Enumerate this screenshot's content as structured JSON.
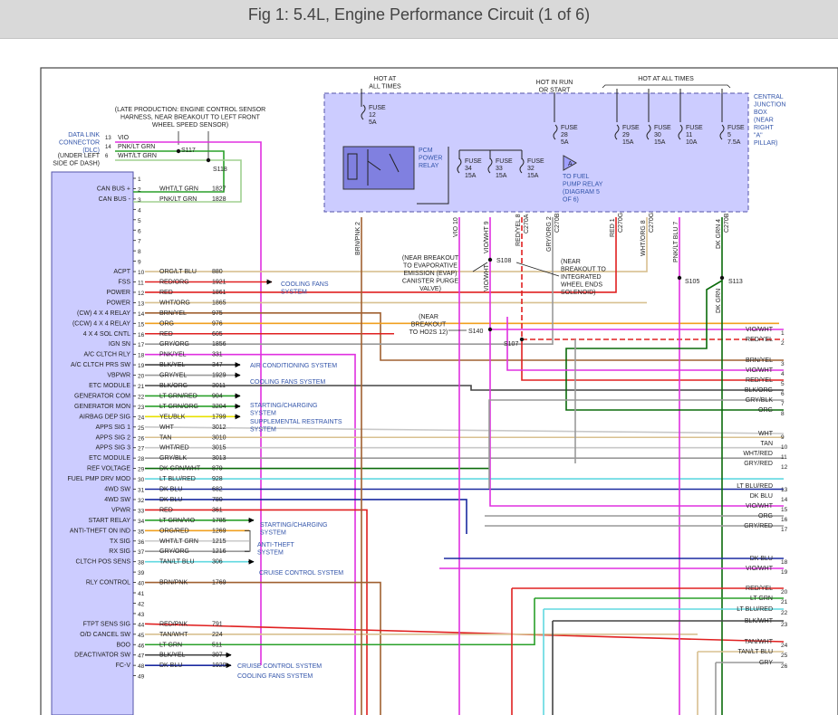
{
  "header": {
    "title": "Fig 1: 5.4L, Engine Performance Circuit (1 of 6)"
  },
  "top_labels": {
    "hot_at_all_times_1": [
      "HOT AT",
      "ALL TIMES"
    ],
    "hot_in_run": [
      "HOT IN RUN",
      "OR START"
    ],
    "hot_at_all_times_2": "HOT AT ALL TIMES"
  },
  "cjb_label": [
    "CENTRAL",
    "JUNCTION",
    "BOX",
    "(NEAR",
    "RIGHT",
    "\"A\"",
    "PILLAR)"
  ],
  "pcm_relay_label": [
    "PCM",
    "POWER",
    "RELAY"
  ],
  "fuel_pump_label": [
    "TO FUEL",
    "PUMP RELAY",
    "(DIAGRAM 5",
    "OF 6)"
  ],
  "fuses": [
    {
      "lines": [
        "FUSE",
        "12",
        "5A"
      ]
    },
    {
      "lines": [
        "FUSE",
        "34",
        "15A"
      ]
    },
    {
      "lines": [
        "FUSE",
        "33",
        "15A"
      ]
    },
    {
      "lines": [
        "FUSE",
        "32",
        "15A"
      ]
    },
    {
      "lines": [
        "FUSE",
        "28",
        "5A"
      ]
    },
    {
      "lines": [
        "FUSE",
        "29",
        "15A"
      ]
    },
    {
      "lines": [
        "FUSE",
        "30",
        "15A"
      ]
    },
    {
      "lines": [
        "FUSE",
        "11",
        "10A"
      ]
    },
    {
      "lines": [
        "FUSE",
        "5",
        "7.5A"
      ]
    }
  ],
  "vertical_wire_labels": [
    {
      "text": "BRN/PNK 2"
    },
    {
      "text": "VIO 10"
    },
    {
      "text": "VIO/WHT 9"
    },
    {
      "text": "RED/YEL 8"
    },
    {
      "text": "C270A"
    },
    {
      "text": "GRY/ORG 2"
    },
    {
      "text": "C270B"
    },
    {
      "text": "RED 1"
    },
    {
      "text": "C270G"
    },
    {
      "text": "WHT/ORG 8"
    },
    {
      "text": "C270G"
    },
    {
      "text": "PNK/LT BLU 7"
    },
    {
      "text": "DK GRN 4"
    },
    {
      "text": "C270B"
    },
    {
      "text": "VIO/WHT"
    },
    {
      "text": "DK GRN"
    }
  ],
  "dlc": {
    "label": [
      "DATA LINK",
      "CONNECTOR",
      "(DLC)"
    ],
    "location": [
      "(UNDER LEFT",
      "SIDE OF DASH)"
    ],
    "pins": [
      {
        "pin": "13",
        "color": "VIO"
      },
      {
        "pin": "14",
        "color": "PNK/LT GRN"
      },
      {
        "pin": "6",
        "color": "WHT/LT GRN"
      }
    ]
  },
  "late_production_note": [
    "(LATE PRODUCTION: ENGINE CONTROL SENSOR",
    "HARNESS, NEAR BREAKOUT TO LEFT FRONT",
    "WHEEL SPEED SENSOR)"
  ],
  "splices": {
    "s117": "S117",
    "s118": "S118",
    "s108": "S108",
    "s140": "S140",
    "s107": "S107",
    "s105": "S105",
    "s113": "S113"
  },
  "notes": {
    "evap": [
      "(NEAR BREAKOUT",
      "TO EVAPORATIVE",
      "EMISSION (EVAP)",
      "CANISTER PURGE",
      "VALVE)"
    ],
    "abs": [
      "(NEAR",
      "BREAKOUT TO",
      "INTEGRATED",
      "WHEEL ENDS",
      "SOLENOID)"
    ],
    "ho2s": [
      "(NEAR",
      "BREAKOUT",
      "TO HO2S 12)"
    ]
  },
  "pcm_pins": [
    {
      "pin": "1",
      "label": "",
      "wire": "",
      "circuit": ""
    },
    {
      "pin": "2",
      "label": "CAN BUS +",
      "wire": "WHT/LT GRN",
      "circuit": "1827"
    },
    {
      "pin": "3",
      "label": "CAN BUS -",
      "wire": "PNK/LT GRN",
      "circuit": "1828"
    },
    {
      "pin": "4",
      "label": "",
      "wire": "",
      "circuit": ""
    },
    {
      "pin": "5",
      "label": "",
      "wire": "",
      "circuit": ""
    },
    {
      "pin": "6",
      "label": "",
      "wire": "",
      "circuit": ""
    },
    {
      "pin": "7",
      "label": "",
      "wire": "",
      "circuit": ""
    },
    {
      "pin": "8",
      "label": "",
      "wire": "",
      "circuit": ""
    },
    {
      "pin": "9",
      "label": "",
      "wire": "",
      "circuit": ""
    },
    {
      "pin": "10",
      "label": "ACPT",
      "wire": "ORG/LT BLU",
      "circuit": "880"
    },
    {
      "pin": "11",
      "label": "FSS",
      "wire": "RED/ORG",
      "circuit": "1921"
    },
    {
      "pin": "12",
      "label": "POWER",
      "wire": "RED",
      "circuit": "1861"
    },
    {
      "pin": "13",
      "label": "POWER",
      "wire": "WHT/ORG",
      "circuit": "1865"
    },
    {
      "pin": "14",
      "label": "(CW) 4 X 4 RELAY",
      "wire": "BRN/YEL",
      "circuit": "975"
    },
    {
      "pin": "15",
      "label": "(CCW) 4 X 4 RELAY",
      "wire": "ORG",
      "circuit": "976"
    },
    {
      "pin": "16",
      "label": "4 X 4 SOL CNTL",
      "wire": "RED",
      "circuit": "605"
    },
    {
      "pin": "17",
      "label": "IGN SN",
      "wire": "GRY/ORG",
      "circuit": "1856"
    },
    {
      "pin": "18",
      "label": "A/C CLTCH RLY",
      "wire": "PNK/YEL",
      "circuit": "331"
    },
    {
      "pin": "19",
      "label": "A/C CLTCH PRS SW",
      "wire": "BLK/YEL",
      "circuit": "347"
    },
    {
      "pin": "20",
      "label": "VBPWR",
      "wire": "GRY/YEL",
      "circuit": "1929"
    },
    {
      "pin": "21",
      "label": "ETC MODULE",
      "wire": "BLK/ORG",
      "circuit": "3011"
    },
    {
      "pin": "22",
      "label": "GENERATOR COM",
      "wire": "LT GRN/RED",
      "circuit": "904"
    },
    {
      "pin": "23",
      "label": "GENERATOR MON",
      "wire": "LT GRN/ORG",
      "circuit": "3204"
    },
    {
      "pin": "24",
      "label": "AIRBAG DEP SIG",
      "wire": "YEL/BLK",
      "circuit": "1799"
    },
    {
      "pin": "25",
      "label": "APPS SIG 1",
      "wire": "WHT",
      "circuit": "3012"
    },
    {
      "pin": "26",
      "label": "APPS SIG 2",
      "wire": "TAN",
      "circuit": "3010"
    },
    {
      "pin": "27",
      "label": "APPS SIG 3",
      "wire": "WHT/RED",
      "circuit": "3015"
    },
    {
      "pin": "28",
      "label": "ETC MODULE",
      "wire": "GRY/BLK",
      "circuit": "3013"
    },
    {
      "pin": "29",
      "label": "REF VOLTAGE",
      "wire": "DK GRN/WHT",
      "circuit": "879"
    },
    {
      "pin": "30",
      "label": "FUEL PMP DRV MOD",
      "wire": "LT BLU/RED",
      "circuit": "928"
    },
    {
      "pin": "31",
      "label": "4WD SW",
      "wire": "DK BLU",
      "circuit": "682"
    },
    {
      "pin": "32",
      "label": "4WD SW",
      "wire": "DK BLU",
      "circuit": "780"
    },
    {
      "pin": "33",
      "label": "VPWR",
      "wire": "RED",
      "circuit": "361"
    },
    {
      "pin": "34",
      "label": "START RELAY",
      "wire": "LT GRN/VIO",
      "circuit": "1785"
    },
    {
      "pin": "35",
      "label": "ANTI-THEFT ON IND",
      "wire": "ORG/RED",
      "circuit": "1269"
    },
    {
      "pin": "36",
      "label": "TX SIG",
      "wire": "WHT/LT GRN",
      "circuit": "1215"
    },
    {
      "pin": "37",
      "label": "RX SIG",
      "wire": "GRY/ORG",
      "circuit": "1216"
    },
    {
      "pin": "38",
      "label": "CLTCH POS SENS",
      "wire": "TAN/LT BLU",
      "circuit": "306"
    },
    {
      "pin": "39",
      "label": "",
      "wire": "",
      "circuit": ""
    },
    {
      "pin": "40",
      "label": "RLY CONTROL",
      "wire": "BRN/PNK",
      "circuit": "1769"
    },
    {
      "pin": "41",
      "label": "",
      "wire": "",
      "circuit": ""
    },
    {
      "pin": "42",
      "label": "",
      "wire": "",
      "circuit": ""
    },
    {
      "pin": "43",
      "label": "",
      "wire": "",
      "circuit": ""
    },
    {
      "pin": "44",
      "label": "FTPT SENS SIG",
      "wire": "RED/PNK",
      "circuit": "791"
    },
    {
      "pin": "45",
      "label": "O/D CANCEL SW",
      "wire": "TAN/WHT",
      "circuit": "224"
    },
    {
      "pin": "46",
      "label": "BOO",
      "wire": "LT GRN",
      "circuit": "511"
    },
    {
      "pin": "47",
      "label": "DEACTIVATOR SW",
      "wire": "BLK/YEL",
      "circuit": "307"
    },
    {
      "pin": "48",
      "label": "FC-V",
      "wire": "DK BLU",
      "circuit": "1920"
    },
    {
      "pin": "49",
      "label": "",
      "wire": "",
      "circuit": ""
    }
  ],
  "system_refs": [
    {
      "text": [
        "COOLING FANS",
        "SYSTEM"
      ]
    },
    {
      "text": [
        "AIR CONDITIONING SYSTEM"
      ]
    },
    {
      "text": [
        "COOLING FANS SYSTEM"
      ]
    },
    {
      "text": [
        "STARTING/CHARGING",
        "SYSTEM"
      ]
    },
    {
      "text": [
        "SUPPLEMENTAL RESTRAINTS",
        "SYSTEM"
      ]
    },
    {
      "text": [
        "STARTING/CHARGING",
        "SYSTEM"
      ]
    },
    {
      "text": [
        "ANTI-THEFT",
        "SYSTEM"
      ]
    },
    {
      "text": [
        "CRUISE CONTROL SYSTEM"
      ]
    },
    {
      "text": [
        "CRUISE CONTROL SYSTEM"
      ]
    },
    {
      "text": [
        "COOLING FANS SYSTEM"
      ]
    }
  ],
  "right_pins": [
    {
      "num": "1",
      "wire": "VIO/WHT"
    },
    {
      "num": "2",
      "wire": "RED/YEL"
    },
    {
      "num": "3",
      "wire": "BRN/YEL"
    },
    {
      "num": "4",
      "wire": "VIO/WHT"
    },
    {
      "num": "5",
      "wire": "RED/YEL"
    },
    {
      "num": "6",
      "wire": "BLK/ORG"
    },
    {
      "num": "7",
      "wire": "GRY/BLK"
    },
    {
      "num": "8",
      "wire": "ORG"
    },
    {
      "num": "9",
      "wire": "WHT"
    },
    {
      "num": "10",
      "wire": "TAN"
    },
    {
      "num": "11",
      "wire": "WHT/RED"
    },
    {
      "num": "12",
      "wire": "GRY/RED"
    },
    {
      "num": "13",
      "wire": "LT BLU/RED"
    },
    {
      "num": "14",
      "wire": "DK BLU"
    },
    {
      "num": "15",
      "wire": "VIO/WHT"
    },
    {
      "num": "16",
      "wire": "ORG"
    },
    {
      "num": "17",
      "wire": "GRY/RED"
    },
    {
      "num": "18",
      "wire": "DK BLU"
    },
    {
      "num": "19",
      "wire": "VIO/WHT"
    },
    {
      "num": "20",
      "wire": "RED/YEL"
    },
    {
      "num": "21",
      "wire": "LT GRN"
    },
    {
      "num": "22",
      "wire": "LT BLU/RED"
    },
    {
      "num": "23",
      "wire": "BLK/WHT"
    },
    {
      "num": "24",
      "wire": "TAN/WHT"
    },
    {
      "num": "25",
      "wire": "TAN/LT BLU"
    },
    {
      "num": "26",
      "wire": "GRY"
    }
  ],
  "colors": {
    "header_bg": "#d9d9d9",
    "cjb_fill": "#ccccff",
    "pcm_fill": "#ccccff",
    "relay_fill": "#8080e0",
    "ref_text": "#3355aa",
    "wire_red": "#e02020",
    "wire_vio": "#e030e0",
    "wire_green": "#2aa02a",
    "wire_blue": "#1a2aa0",
    "wire_tan": "#d8c090",
    "wire_gray": "#999999",
    "wire_cyan": "#60d8e0",
    "wire_orange": "#f0a020",
    "wire_brown": "#a06030",
    "wire_yellow": "#e8e000"
  }
}
